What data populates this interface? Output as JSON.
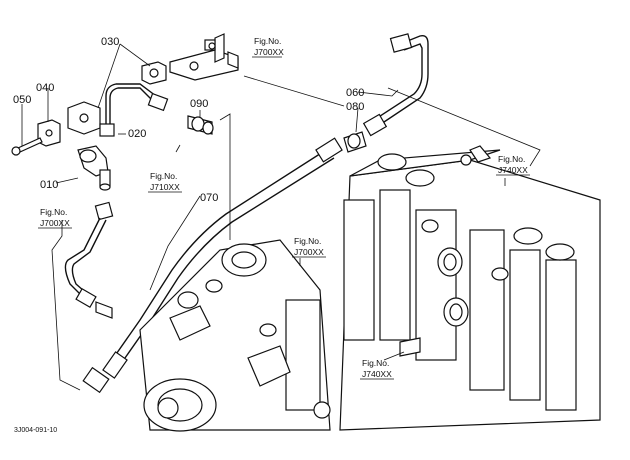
{
  "part_numbers": {
    "p010": "010",
    "p020": "020",
    "p030": "030",
    "p040": "040",
    "p050": "050",
    "p060": "060",
    "p070": "070",
    "p080": "080",
    "p090": "090"
  },
  "fig_refs": {
    "r1": {
      "label": "Fig.No.",
      "code": "J700XX"
    },
    "r2": {
      "label": "Fig.No.",
      "code": "J710XX"
    },
    "r3": {
      "label": "Fig.No.",
      "code": "J700XX"
    },
    "r4": {
      "label": "Fig.No.",
      "code": "J700XX"
    },
    "r5": {
      "label": "Fig.No.",
      "code": "J740XX"
    },
    "r6": {
      "label": "Fig.No.",
      "code": "J740XX"
    }
  },
  "diagram_code": "3J004-091-10"
}
